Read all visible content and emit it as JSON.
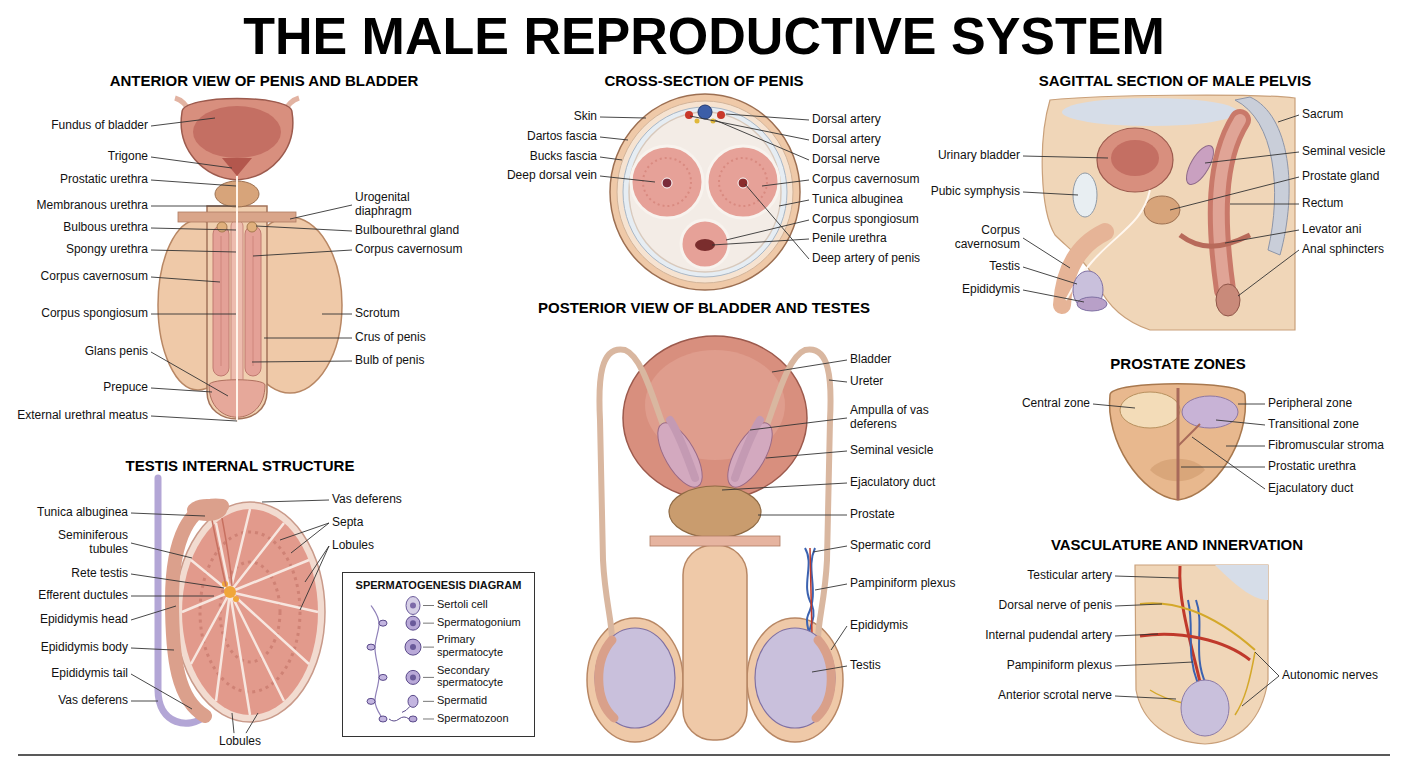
{
  "diagram": {
    "title": "THE MALE REPRODUCTIVE SYSTEM",
    "nodes": [
      {
        "text": [
          "SPERMATOGENESIS DIAGRAM",
          "Sertoli cell",
          "Spermatogonium",
          "Primary spermatocyte",
          "Secondary spermatocyte",
          "Spermatid",
          "Spermatozoon"
        ]
      }
    ],
    "labels": [
      "ANTERIOR VIEW OF PENIS AND BLADDER",
      "Fundus of bladder",
      "Trigone",
      "Prostatic urethra",
      "Membranous urethra",
      "Bulbous urethra",
      "Spongy urethra",
      "Corpus cavernosum",
      "Corpus spongiosum",
      "Glans penis",
      "Prepuce",
      "External urethral meatus",
      "Urogenital diaphragm",
      "Bulbourethral gland",
      "Corpus cavernosum",
      "Scrotum",
      "Crus of penis",
      "Bulb of penis",
      "CROSS-SECTION OF PENIS",
      "Skin",
      "Dartos fascia",
      "Bucks fascia",
      "Deep dorsal vein",
      "Dorsal artery",
      "Dorsal artery",
      "Dorsal nerve",
      "Corpus cavernosum",
      "Tunica albuginea",
      "Corpus spongiosum",
      "Penile urethra",
      "Deep artery of penis",
      "SAGITTAL SECTION OF MALE PELVIS",
      "Urinary bladder",
      "Pubic symphysis",
      "Corpus cavernosum",
      "Testis",
      "Epididymis",
      "Sacrum",
      "Seminal vesicle",
      "Prostate gland",
      "Rectum",
      "Levator ani",
      "Anal sphincters",
      "POSTERIOR VIEW OF BLADDER AND TESTES",
      "Bladder",
      "Ureter",
      "Ampulla of vas deferens",
      "Seminal vesicle",
      "Ejaculatory duct",
      "Prostate",
      "Spermatic cord",
      "Pampiniform plexus",
      "Epididymis",
      "Testis",
      "PROSTATE ZONES",
      "Central zone",
      "Peripheral zone",
      "Transitional zone",
      "Fibromuscular stroma",
      "Prostatic urethra",
      "Ejaculatory duct",
      "VASCULATURE AND INNERVATION",
      "Testicular artery",
      "Dorsal nerve of penis",
      "Internal pudendal artery",
      "Pampiniform plexus",
      "Anterior scrotal nerve",
      "Autonomic nerves",
      "TESTIS INTERNAL STRUCTURE",
      "Tunica albuginea",
      "Seminiferous tubules",
      "Rete testis",
      "Efferent ductules",
      "Epididymis head",
      "Epididymis body",
      "Epididymis tail",
      "Vas deferens",
      "Vas deferens",
      "Septa",
      "Lobules",
      "Lobules"
    ]
  }
}
